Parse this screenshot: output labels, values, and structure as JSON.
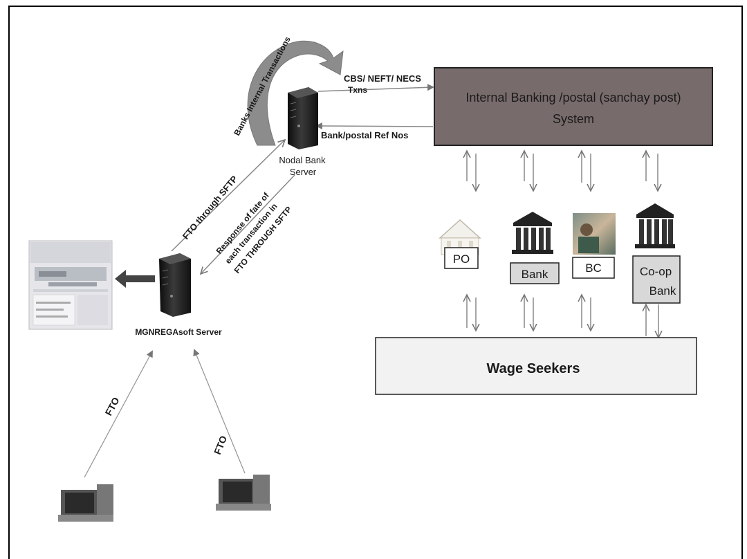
{
  "internal_system": {
    "line1": "Internal Banking /postal (sanchay  post)",
    "line2": "System"
  },
  "cbs_label": {
    "line1": "CBS/ NEFT/ NECS",
    "line2": "Txns"
  },
  "ref_label": "Bank/postal Ref Nos",
  "banks_internal": "Banks Internal Transactions",
  "nodal_server": {
    "line1": "Nodal Bank",
    "line2": "Server"
  },
  "fto_sftp": "FTO through SFTP",
  "response_label": {
    "line1": "Response of fate of",
    "line2": "each transaction in",
    "line3": "FTO THROUGH SFTP"
  },
  "mgnrega_server": "MGNREGAsoft Server",
  "fto_left": "FTO",
  "fto_right": "FTO",
  "agencies": {
    "po": "PO",
    "bank": "Bank",
    "bc": "BC",
    "coop_line1": "Co-op",
    "coop_line2": "Bank"
  },
  "wage_seekers": "Wage Seekers",
  "colors": {
    "system_box": "#786b6b",
    "wage_box": "#f2f2f2",
    "label_box": "#d8d8d8",
    "arrow": "#8a8a8a",
    "curved_arrow": "#8c8c8c"
  }
}
